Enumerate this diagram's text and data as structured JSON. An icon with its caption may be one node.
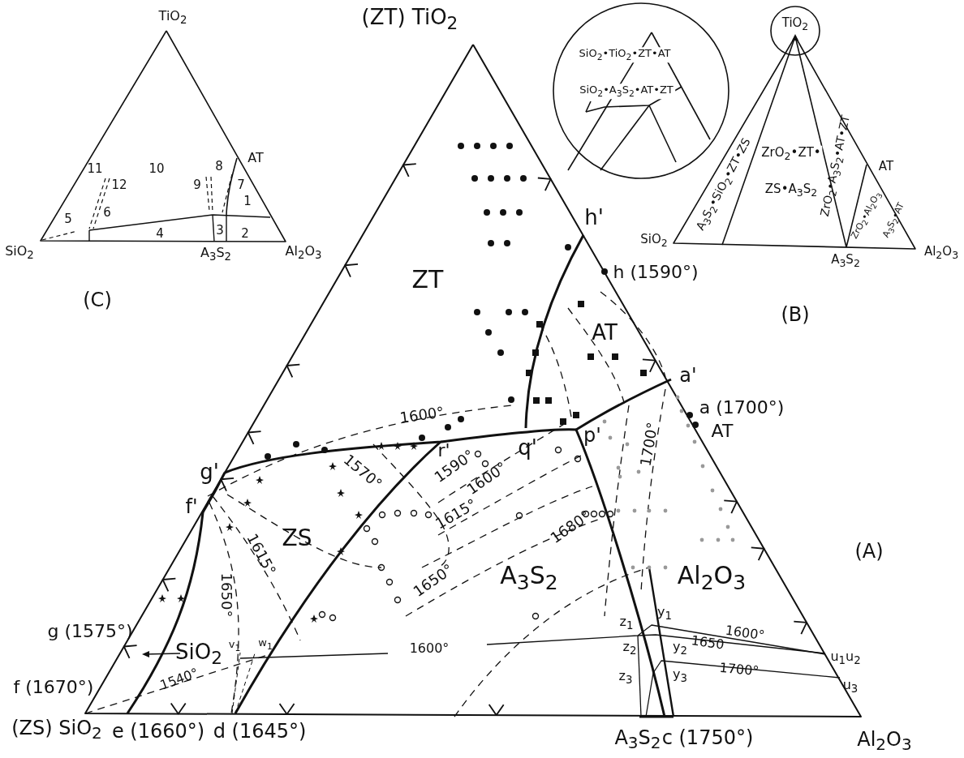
{
  "diagram": {
    "labels": [
      "TiO$_{2}$",
      "(ZT) TiO$_{2}$",
      "SiO$_{2}$•TiO$_{2}$•ZT•AT",
      "TiO$_{2}$",
      "SiO$_{2}$•A$_{3}$S$_{2}$•AT•ZT",
      "ZrO$_{2}$•ZT•",
      "A$_{3}$S$_{2}$•SiO$_{2}$•ZT•ZS",
      "ZrO$_{2}$•A$_{3}$S$_{2}$•AT•ZT",
      "AT",
      "ZS•A$_{3}$S$_{2}$",
      "11",
      "10",
      "AT",
      "8",
      "12",
      "9",
      "7",
      "ZrO$_{2}$•Al$_{2}$O$_{3}$",
      "A$_{3}$S$_{2}$•AT",
      "1",
      "6",
      "5",
      "4",
      "3",
      "2",
      "h'",
      "SiO$_{2}$",
      "A$_{3}$S$_{2}$",
      "Al$_{2}$O$_{3}$",
      "SiO$_{2}$",
      "A$_{3}$S$_{2}$",
      "Al$_{2}$O$_{3}$",
      "ZT",
      "h (1590°)",
      "(C)",
      "(B)",
      "AT",
      "a'",
      "1600°",
      "a (1700°)",
      "AT",
      "p'",
      "q'",
      "r'",
      "1700°",
      "1570°",
      "1590°",
      "g'",
      "1600°",
      "f'",
      "1615°",
      "1680°",
      "ZS",
      "1615°",
      "(A)",
      "A$_{3}$S$_{2}$",
      "Al$_{2}$O$_{3}$",
      "1650°",
      "1650°",
      "g (1575°)",
      "z$_{1}$",
      "y$_{1}$",
      "1600°",
      "1650",
      "v$_{1}$",
      "w$_{1}$",
      "1600°",
      "SiO$_{2}$",
      "z$_{2}$",
      "y$_{2}$",
      "u$_{1}$u$_{2}$",
      "f (1670°)",
      "1540°",
      "z$_{3}$",
      "y$_{3}$",
      "1700°",
      "u$_{3}$",
      "(ZS) SiO$_{2}$",
      "e (1660°)",
      "d (1645°)",
      "A$_{3}$S$_{2}$",
      "c (1750°)",
      "Al$_{2}$O$_{3}$"
    ]
  }
}
